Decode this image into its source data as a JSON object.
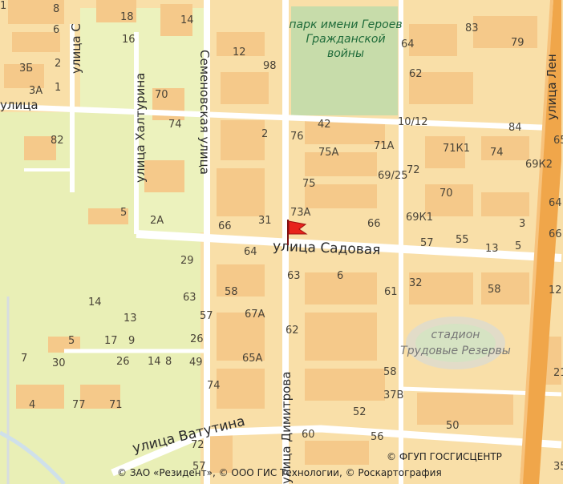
{
  "colors": {
    "background": "#f9dfa8",
    "building": "#f5c98a",
    "road": "#ffffff",
    "green": "#e9efb6",
    "park": "#c7dcaa",
    "highway": "#f0a64a",
    "marker": "#e8231c"
  },
  "park": {
    "line1": "парк имени Героев",
    "line2": "Гражданской",
    "line3": "войны"
  },
  "stadium": {
    "line1": "стадион",
    "line2": "Трудовые Резервы"
  },
  "streets": {
    "sadovaya": "улица Садовая",
    "vatutina": "улица Ватутина",
    "dimitrova": "улица Димитрова",
    "semenovskaya": "Семеновская улица",
    "khalturina": "улица Халтурина",
    "top_left": "улица С",
    "left": "улица",
    "right_top": "улица Лен"
  },
  "house_numbers": [
    "8",
    "6",
    "3Б",
    "3А",
    "2",
    "1",
    "18",
    "16",
    "14",
    "12",
    "98",
    "74",
    "70",
    "82",
    "5",
    "2А",
    "2",
    "31",
    "66",
    "64",
    "29",
    "42",
    "76",
    "75А",
    "75",
    "73А",
    "71А",
    "69/25",
    "66",
    "64",
    "62",
    "83",
    "79",
    "10/12",
    "84",
    "71К1",
    "74",
    "69К2",
    "70",
    "72",
    "69К1",
    "57",
    "55",
    "13",
    "5",
    "3",
    "64",
    "66",
    "65",
    "63",
    "6",
    "61",
    "32",
    "58",
    "12",
    "58",
    "57",
    "67А",
    "65А",
    "62",
    "58",
    "37В",
    "52",
    "50",
    "21",
    "26",
    "49",
    "74",
    "72",
    "57",
    "60",
    "56",
    "35",
    "14",
    "13",
    "5",
    "17",
    "9",
    "7",
    "30",
    "26",
    "14",
    "8",
    "4",
    "77",
    "71",
    "63",
    "1"
  ],
  "copyright": {
    "line1": "© ФГУП ГОСГИСЦЕНТР",
    "line2": "© ЗАО «Резидент», © ООО ГИС Технологии, © Роскартография"
  },
  "marker_icon": "red-flag-icon"
}
